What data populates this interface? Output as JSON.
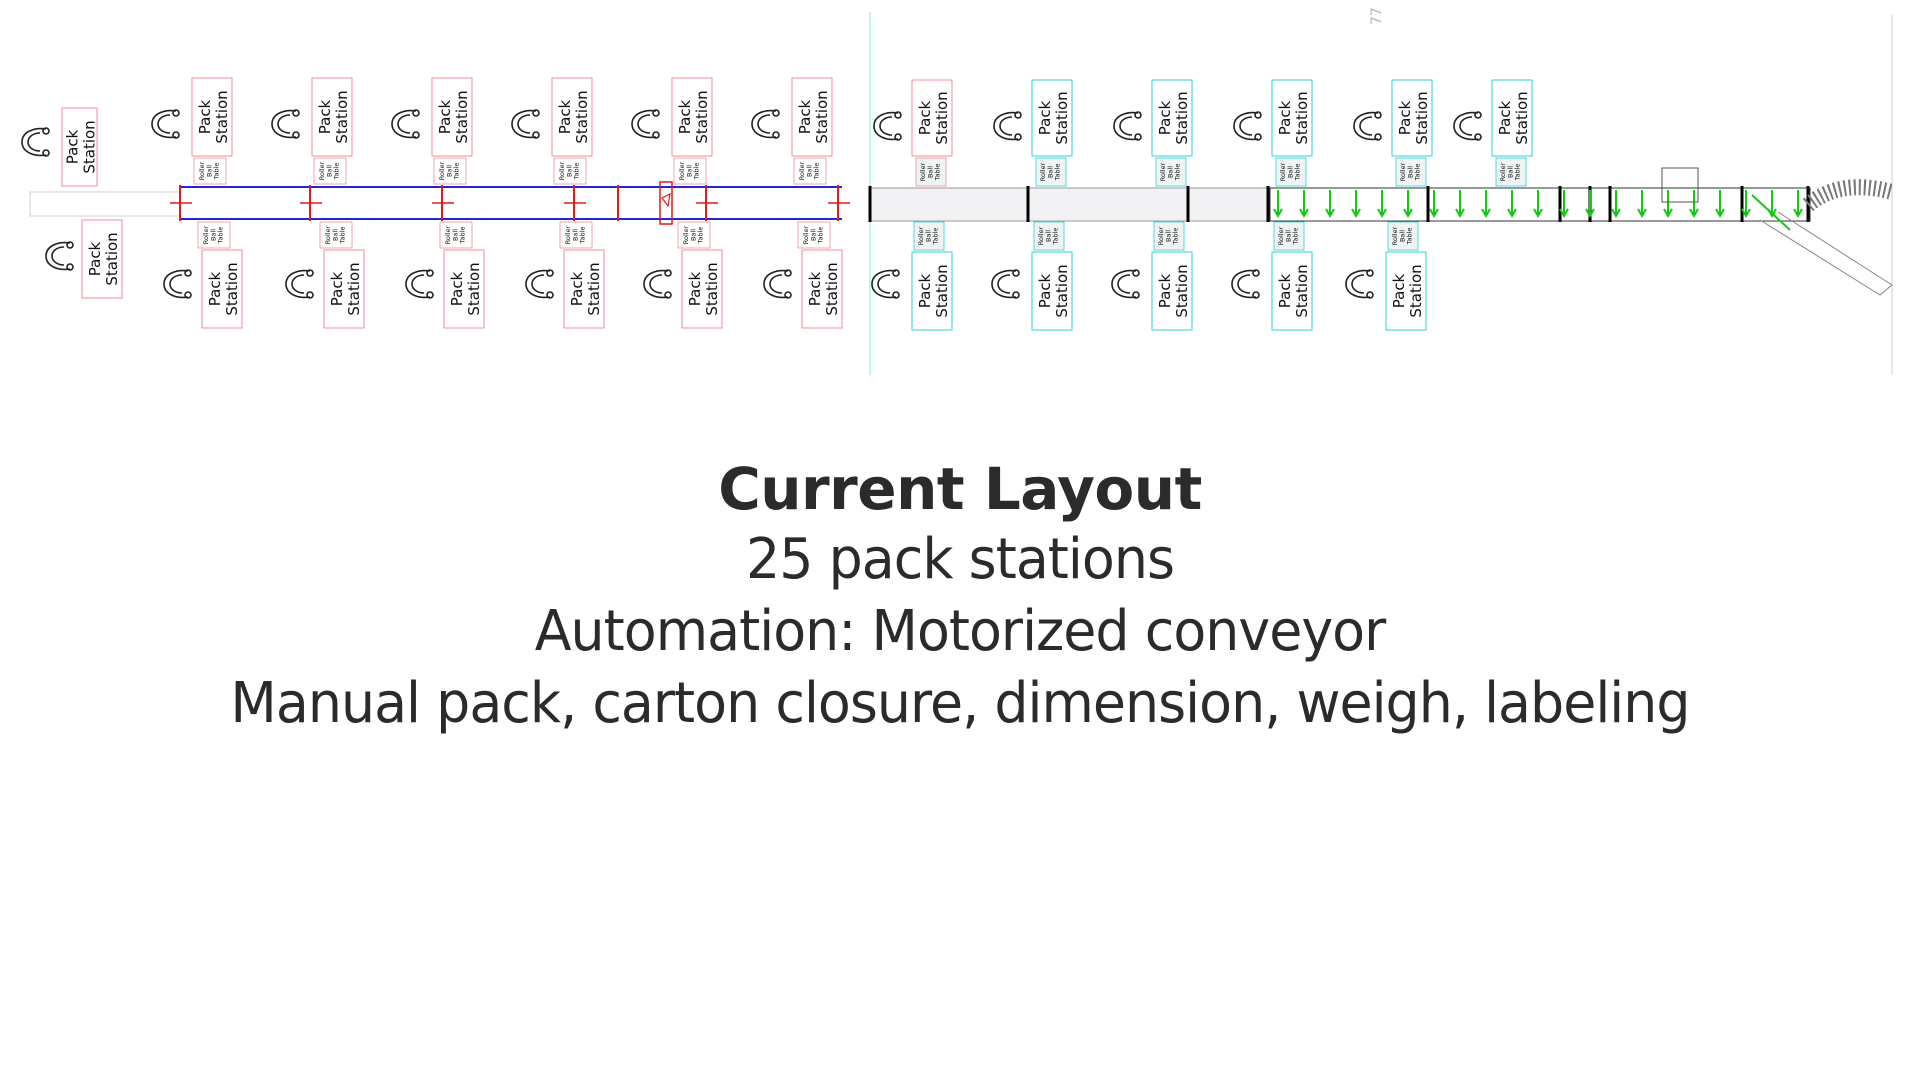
{
  "slide": {
    "title": "Current Layout",
    "lines": [
      "25 pack stations",
      "Automation: Motorized conveyor",
      "Manual pack, carton closure, dimension, weigh, labeling"
    ]
  },
  "drawing": {
    "station_label_line1": "Pack",
    "station_label_line2": "Station",
    "roller_table_label": [
      "Roller",
      "Ball",
      "Table"
    ],
    "corner_mark": "77",
    "colors": {
      "existing_station_outline": "#f08f99",
      "new_station_outline": "#2fd1d6",
      "conveyor_blue": "#2323d8",
      "marker_red": "#e01b1b",
      "motorized_green": "#14c914",
      "conveyor_black": "#000000",
      "divider_cyan": "#80e8e3"
    }
  }
}
